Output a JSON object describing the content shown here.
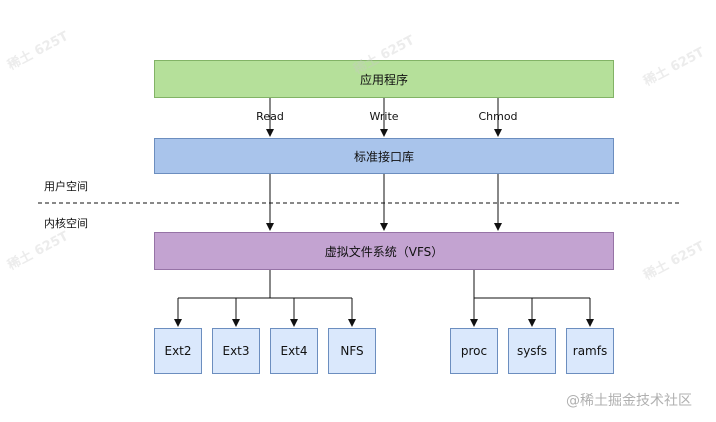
{
  "layers": {
    "app": "应用程序",
    "lib": "标准接口库",
    "vfs": "虚拟文件系统（VFS）"
  },
  "operations": [
    "Read",
    "Write",
    "Chmod"
  ],
  "zones": {
    "user": "用户空间",
    "kernel": "内核空间"
  },
  "filesystems_left": [
    "Ext2",
    "Ext3",
    "Ext4",
    "NFS"
  ],
  "filesystems_right": [
    "proc",
    "sysfs",
    "ramfs"
  ],
  "watermark": "稀土 625T",
  "credit": "@稀土掘金技术社区",
  "colors": {
    "app_fill": "#b5e09a",
    "lib_fill": "#a9c4eb",
    "vfs_fill": "#c3a3d1",
    "fs_fill": "#dae8fc"
  }
}
